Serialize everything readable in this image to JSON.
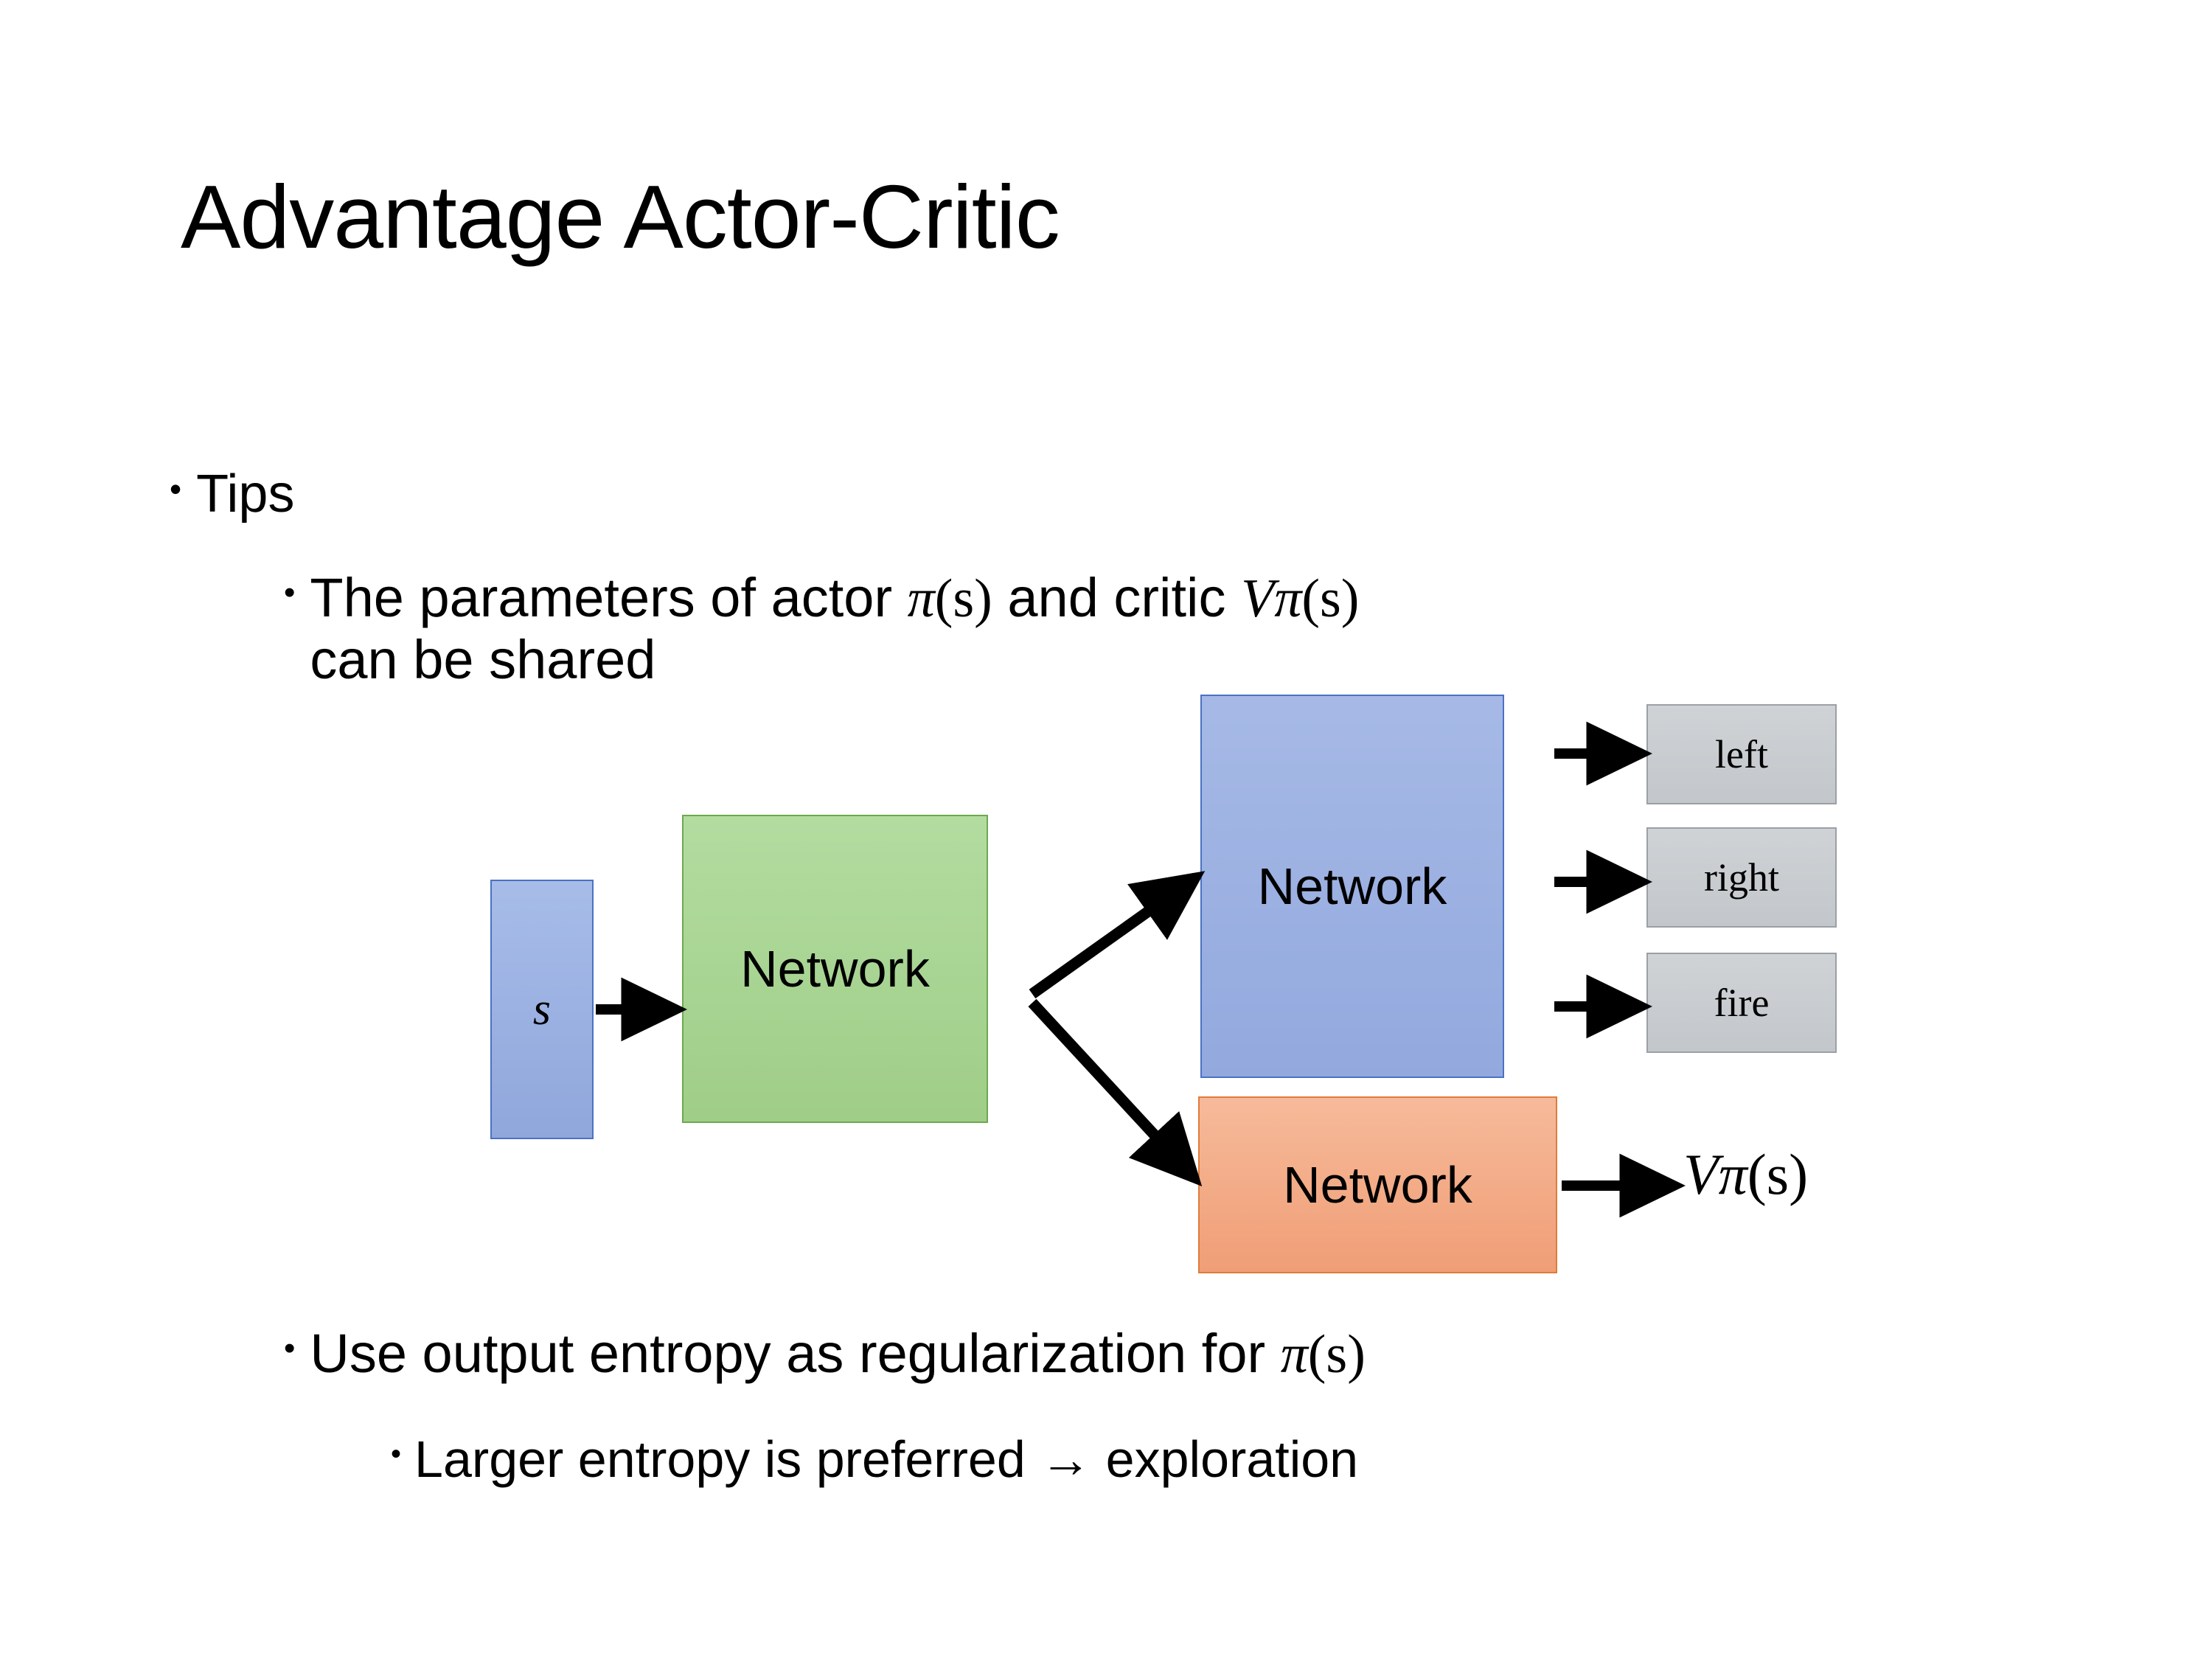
{
  "slide": {
    "title": "Advantage Actor-Critic",
    "background_color": "#FFFFFF"
  },
  "bullets": {
    "tips": {
      "marker": "•",
      "text": "Tips"
    },
    "parameters": {
      "marker": "•",
      "text_part1": "The parameters of actor ",
      "math_pi": "π",
      "math_pi_arg": "(s)",
      "text_part2": "  and critic ",
      "math_v": "V",
      "math_v_sup": "π",
      "math_v_arg": "(s)",
      "text_line2": "can be shared"
    },
    "entropy": {
      "marker": "•",
      "text": "Use output entropy as regularization for ",
      "math_pi": "π",
      "math_pi_arg": "(s)"
    },
    "larger_entropy": {
      "marker": "•",
      "text": "Larger entropy is preferred → exploration"
    }
  },
  "diagram": {
    "input_box": {
      "label": "s",
      "fill": "#9DB0E0",
      "border": "#4A72C4"
    },
    "shared_network": {
      "label": "Network",
      "fill": "#A9D08E",
      "border": "#6EA84F"
    },
    "actor_network": {
      "label": "Network",
      "fill": "#9DB0E0",
      "border": "#4A72C4"
    },
    "critic_network": {
      "label": "Network",
      "fill": "#F2A781",
      "border": "#E07B3C"
    },
    "action_outputs": [
      {
        "label": "left",
        "fill": "#C8CCD0",
        "border": "#9AA0A5"
      },
      {
        "label": "right",
        "fill": "#C8CCD0",
        "border": "#9AA0A5"
      },
      {
        "label": "fire",
        "fill": "#C8CCD0",
        "border": "#9AA0A5"
      }
    ],
    "value_output": {
      "symbol": "V",
      "superscript": "π",
      "argument": "(s)"
    },
    "arrow_color": "#000000"
  }
}
